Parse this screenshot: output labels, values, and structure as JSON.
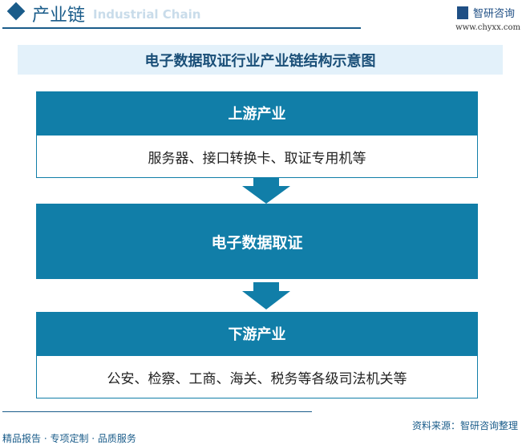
{
  "header": {
    "section_title": "产业链",
    "section_subtitle": "Industrial Chain",
    "logo_text": "智研咨询",
    "url": "www.chyxx.com",
    "accent": "#1a5c8a"
  },
  "diagram": {
    "title": "电子数据取证行业产业链结构示意图",
    "upstream": {
      "label": "上游产业",
      "items": "服务器、接口转换卡、取证专用机等"
    },
    "midstream": {
      "label": "电子数据取证"
    },
    "downstream": {
      "label": "下游产业",
      "items": "公安、检察、工商、海关、税务等各级司法机关等"
    },
    "box_color": "#117ea8"
  },
  "footer": {
    "source": "资料来源：智研咨询整理",
    "slogan": "精品报告 · 专项定制 · 品质服务"
  }
}
